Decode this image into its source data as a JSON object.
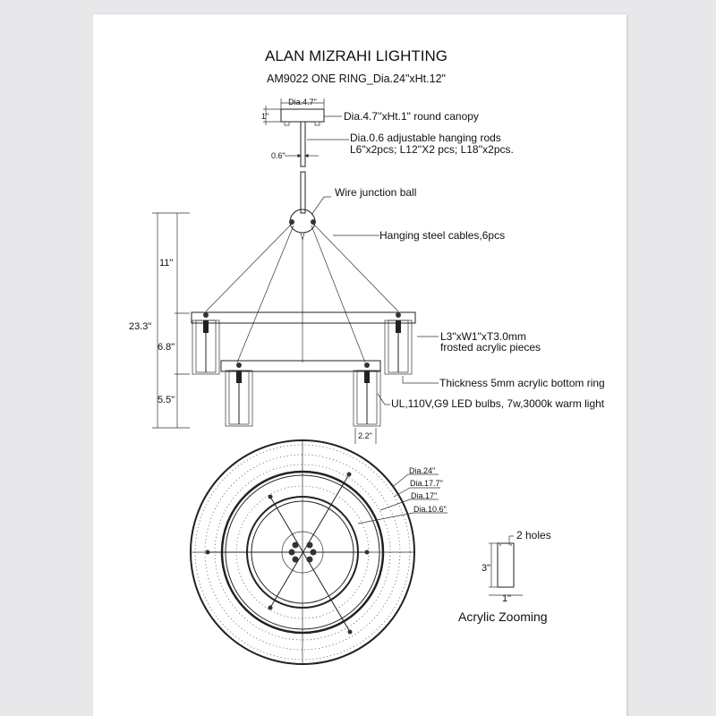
{
  "header": {
    "brand": "ALAN MIZRAHI LIGHTING",
    "model": "AM9022 ONE RING_Dia.24\"xHt.12\""
  },
  "side_view": {
    "canopy_dia": "Dia.4.7\"",
    "canopy_ht": "1\"",
    "rod_dia": "0.6\"",
    "callouts": {
      "canopy": "Dia.4.7''xHt.1\" round canopy",
      "rods_line1": "Dia.0.6 adjustable hanging rods",
      "rods_line2": "L6\"x2pcs; L12''X2 pcs; L18''x2pcs.",
      "ball": "Wire junction ball",
      "cables": "Hanging steel cables,6pcs",
      "acrylic_line1": "L3\"xW1\"xT3.0mm",
      "acrylic_line2": "frosted acrylic pieces",
      "bottom_ring": "Thickness 5mm acrylic bottom ring",
      "bulbs": "UL,110V,G9 LED bulbs, 7w,3000k warm light"
    },
    "dimensions": {
      "total": "23.3\"",
      "cable": "11\"",
      "ring": "6.8\"",
      "lamp": "5.5\"",
      "lamp_width": "2.2\""
    }
  },
  "top_view": {
    "dia_outer": "Dia.24\"",
    "dia_2": "Dia.17.7''",
    "dia_3": "Dia.17''",
    "dia_inner": "Dia.10.6\""
  },
  "acrylic_detail": {
    "holes": "2 holes",
    "height": "3\"",
    "width": "1\"",
    "caption": "Acrylic Zooming"
  }
}
